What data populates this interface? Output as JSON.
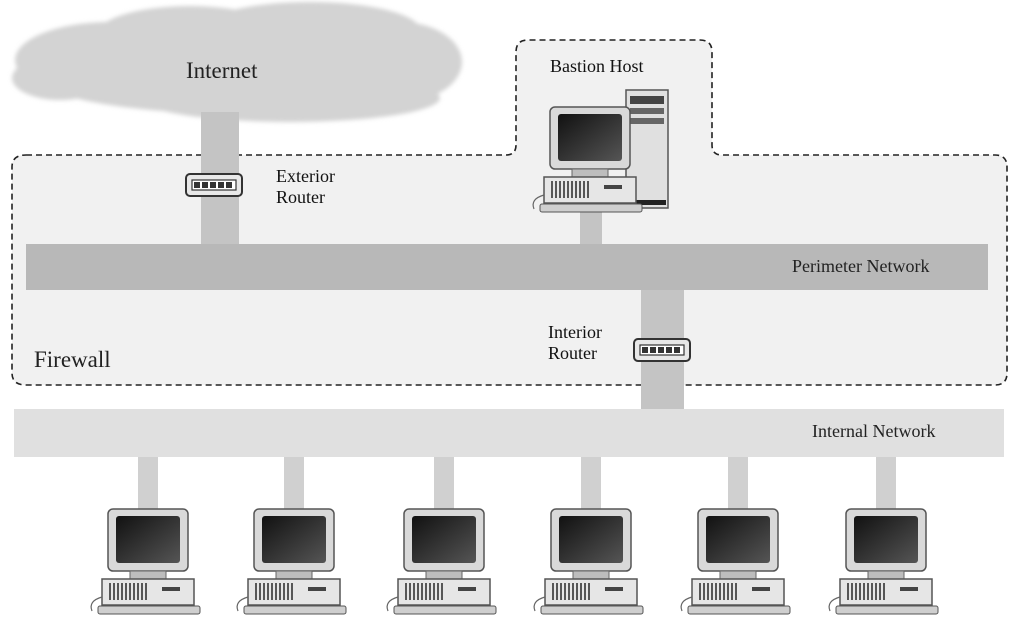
{
  "labels": {
    "internet": "Internet",
    "bastion_host": "Bastion Host",
    "exterior_router_line1": "Exterior",
    "exterior_router_line2": "Router",
    "interior_router_line1": "Interior",
    "interior_router_line2": "Router",
    "perimeter_network": "Perimeter Network",
    "internal_network": "Internal Network",
    "firewall": "Firewall"
  },
  "internal_hosts_count": 6,
  "colors": {
    "perimeter_bar": "#b8b8b8",
    "internal_bar": "#e0e0e0",
    "firewall_fill": "#f1f1f1",
    "cloud": "#d3d3d3",
    "link": "#c4c4c4"
  }
}
